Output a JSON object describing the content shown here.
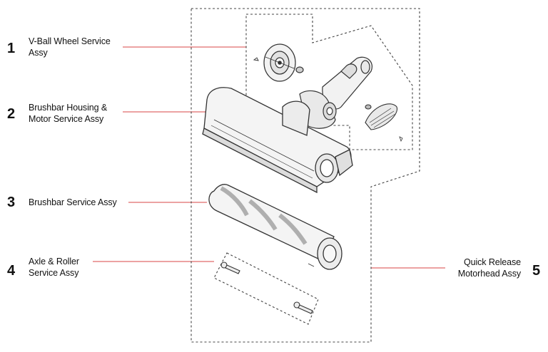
{
  "callouts": [
    {
      "number": "1",
      "label_line1": "V-Ball Wheel Service",
      "label_line2": "Assy"
    },
    {
      "number": "2",
      "label_line1": "Brushbar Housing &",
      "label_line2": "Motor Service Assy"
    },
    {
      "number": "3",
      "label_line1": "Brushbar Service Assy",
      "label_line2": ""
    },
    {
      "number": "4",
      "label_line1": "Axle & Roller",
      "label_line2": "Service Assy"
    },
    {
      "number": "5",
      "label_line1": "Quick Release",
      "label_line2": "Motorhead Assy"
    }
  ],
  "colors": {
    "leader_line": "#e06a6a",
    "outline": "#444444",
    "part_fill": "#f2f2f2",
    "part_shade": "#d6d6d6"
  }
}
